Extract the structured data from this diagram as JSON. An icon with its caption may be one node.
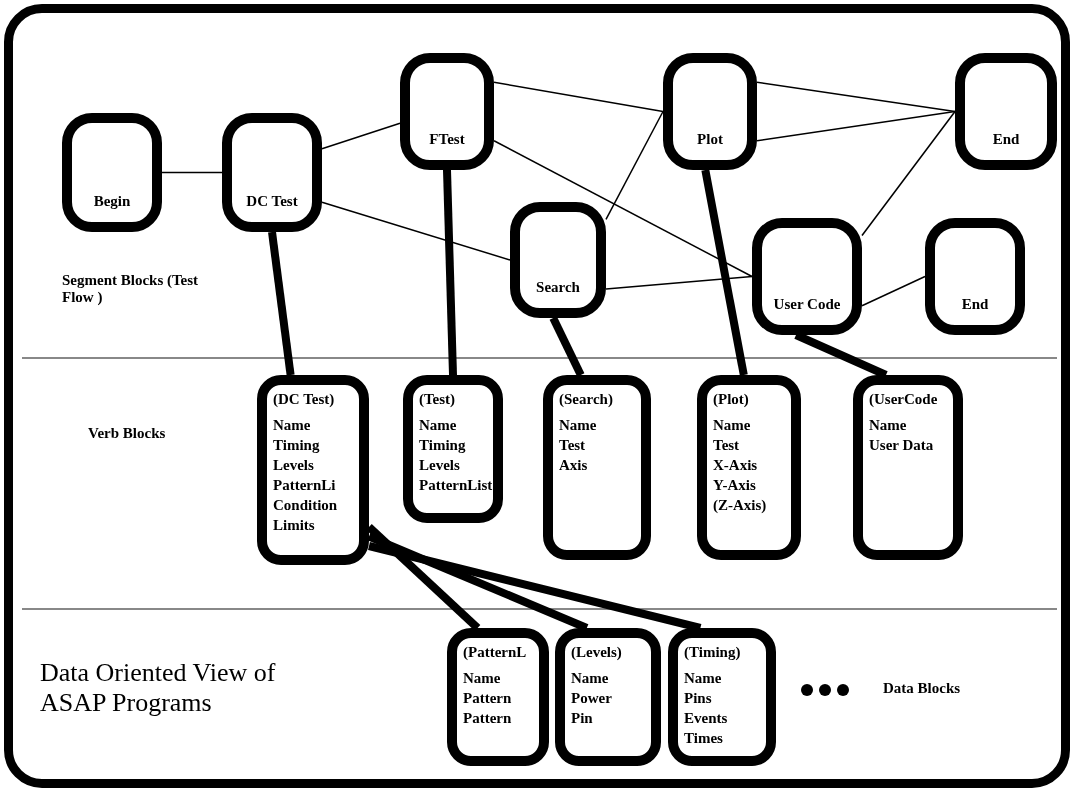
{
  "diagram": {
    "nodes": [
      {
        "text": [
          "Begin"
        ]
      },
      {
        "text": [
          "DC Test"
        ]
      },
      {
        "text": [
          "FTest"
        ]
      },
      {
        "text": [
          "Plot"
        ]
      },
      {
        "text": [
          "End"
        ]
      },
      {
        "text": [
          "Search"
        ]
      },
      {
        "text": [
          "User Code"
        ]
      },
      {
        "text": [
          "End"
        ]
      },
      {
        "text": [
          "(DC Test)",
          "Name",
          "Timing",
          "Levels",
          "PatternLi",
          "Condition",
          "Limits"
        ]
      },
      {
        "text": [
          "(Test)",
          "Name",
          "Timing",
          "Levels",
          "PatternList"
        ]
      },
      {
        "text": [
          "(Search)",
          "Name",
          "Test",
          "Axis"
        ]
      },
      {
        "text": [
          "(Plot)",
          "Name",
          "Test",
          "X-Axis",
          "Y-Axis",
          "(Z-Axis)"
        ]
      },
      {
        "text": [
          "(UserCode",
          "Name",
          "User Data"
        ]
      },
      {
        "text": [
          "(PatternL",
          "Name",
          "Pattern",
          "Pattern"
        ]
      },
      {
        "text": [
          "(Levels)",
          "Name",
          "Power",
          "Pin"
        ]
      },
      {
        "text": [
          "(Timing)",
          "Name",
          "Pins",
          "Events",
          "Times"
        ]
      }
    ],
    "edges": [
      {
        "from": 0,
        "to": 1,
        "arrow": "none"
      },
      {
        "from": 1,
        "to": 2,
        "arrow": "none"
      },
      {
        "from": 1,
        "to": 5,
        "arrow": "none"
      },
      {
        "from": 2,
        "to": 3,
        "arrow": "none"
      },
      {
        "from": 2,
        "to": 6,
        "arrow": "none"
      },
      {
        "from": 5,
        "to": 3,
        "arrow": "none"
      },
      {
        "from": 5,
        "to": 6,
        "arrow": "none"
      },
      {
        "from": 3,
        "to": 4,
        "arrow": "none"
      },
      {
        "from": 3,
        "to": 4,
        "arrow": "none"
      },
      {
        "from": 6,
        "to": 4,
        "arrow": "none"
      },
      {
        "from": 6,
        "to": 7,
        "arrow": "none"
      },
      {
        "from": 1,
        "to": 8,
        "arrow": "none",
        "style": "thick"
      },
      {
        "from": 2,
        "to": 9,
        "arrow": "none",
        "style": "thick"
      },
      {
        "from": 5,
        "to": 10,
        "arrow": "none",
        "style": "thick"
      },
      {
        "from": 3,
        "to": 11,
        "arrow": "none",
        "style": "thick"
      },
      {
        "from": 6,
        "to": 12,
        "arrow": "none",
        "style": "thick"
      },
      {
        "from": 8,
        "to": 13,
        "arrow": "none",
        "style": "thick"
      },
      {
        "from": 8,
        "to": 14,
        "arrow": "none",
        "style": "thick"
      },
      {
        "from": 8,
        "to": 15,
        "arrow": "none",
        "style": "thick"
      }
    ],
    "labels": [
      "Segment Blocks (Test Flow )",
      "Verb Blocks",
      "Data Oriented View of ASAP Programs",
      "Data Blocks"
    ]
  }
}
